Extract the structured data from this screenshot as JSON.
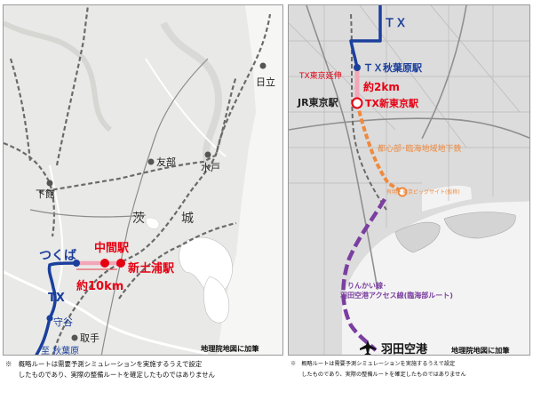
{
  "left_map": {
    "towns": {
      "hitachi": "日立",
      "tomobe": "友部",
      "mito": "水戸",
      "shimodate": "下館",
      "toride": "取手",
      "moriya": "守谷",
      "akihabara": "至 秋葉原",
      "tsukuba": "つくば"
    },
    "area": {
      "ibaraki_1": "茨",
      "ibaraki_2": "城"
    },
    "line_label": "TX",
    "stations": {
      "intermediate": "中間駅",
      "shin_tsuchiura": "新土浦駅"
    },
    "distance": "約10km",
    "credit": "地理院地図に加筆",
    "note": [
      "※　概略ルートは需要予測シミュレーションを実施するうえで設定",
      "　　したものであり、実際の整備ルートを確定したものではありません"
    ]
  },
  "right_map": {
    "line_label": "ＴＸ",
    "stations": {
      "akihabara": "ＴＸ秋葉原駅",
      "extension": "TX東京延伸",
      "distance": "約2km",
      "jr_tokyo": "JR東京駅",
      "shin_tokyo": "TX新東京駅",
      "haneda": "羽田空港"
    },
    "subway": "都心部･臨海地域地下鉄",
    "big_sight": "有明・東京ビッグサイト(仮称)",
    "rinkai_1": "りんかい線･",
    "rinkai_2": "羽田空港アクセス線(臨海部ルート)",
    "credit": "地理院地図に加筆",
    "note": [
      "※　概略ルートは需要予測シミュレーションを実施するうえで設定",
      "　　したものであり、実際の整備ルートを確定したものではありません"
    ]
  },
  "colors": {
    "tx": "#1b3f9c",
    "new_station": "#e60012",
    "subway": "#ef8a3e",
    "rinkai": "#7b3fa0",
    "extension": "#f2a6b8"
  }
}
